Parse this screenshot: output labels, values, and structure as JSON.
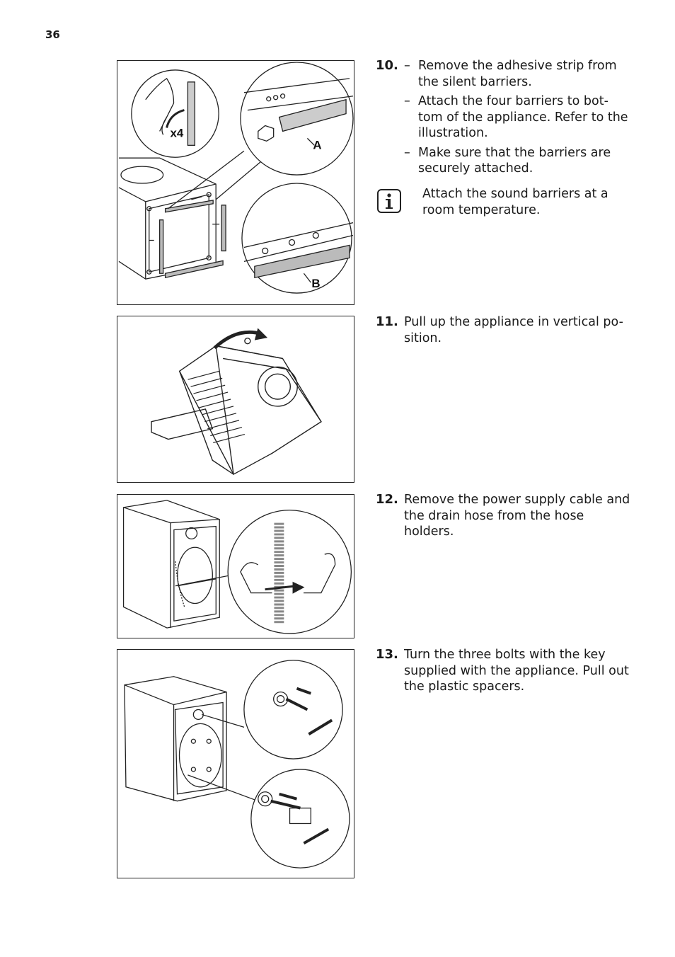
{
  "page": {
    "number": "36"
  },
  "figures": [
    {
      "labels": [
        "x4",
        "A",
        "B"
      ]
    },
    {
      "labels": []
    },
    {
      "labels": []
    },
    {
      "labels": []
    }
  ],
  "steps": [
    {
      "number": "10.",
      "bullets": [
        "Remove the adhesive strip from the silent barriers.",
        "Attach the four barriers to bot-tom of the appliance. Refer to the illustration.",
        "Make sure that the barriers are securely attached."
      ],
      "dash": "–"
    },
    {
      "number": "11.",
      "text": "Pull up the appliance in vertical po-sition."
    },
    {
      "number": "12.",
      "text": "Remove the power supply cable and the drain hose from the hose holders."
    },
    {
      "number": "13.",
      "text": "Turn the three bolts with the key supplied with the appliance. Pull out the plastic spacers."
    }
  ],
  "note": {
    "icon": "info-icon",
    "text": "Attach the sound barriers at a room temperature."
  }
}
